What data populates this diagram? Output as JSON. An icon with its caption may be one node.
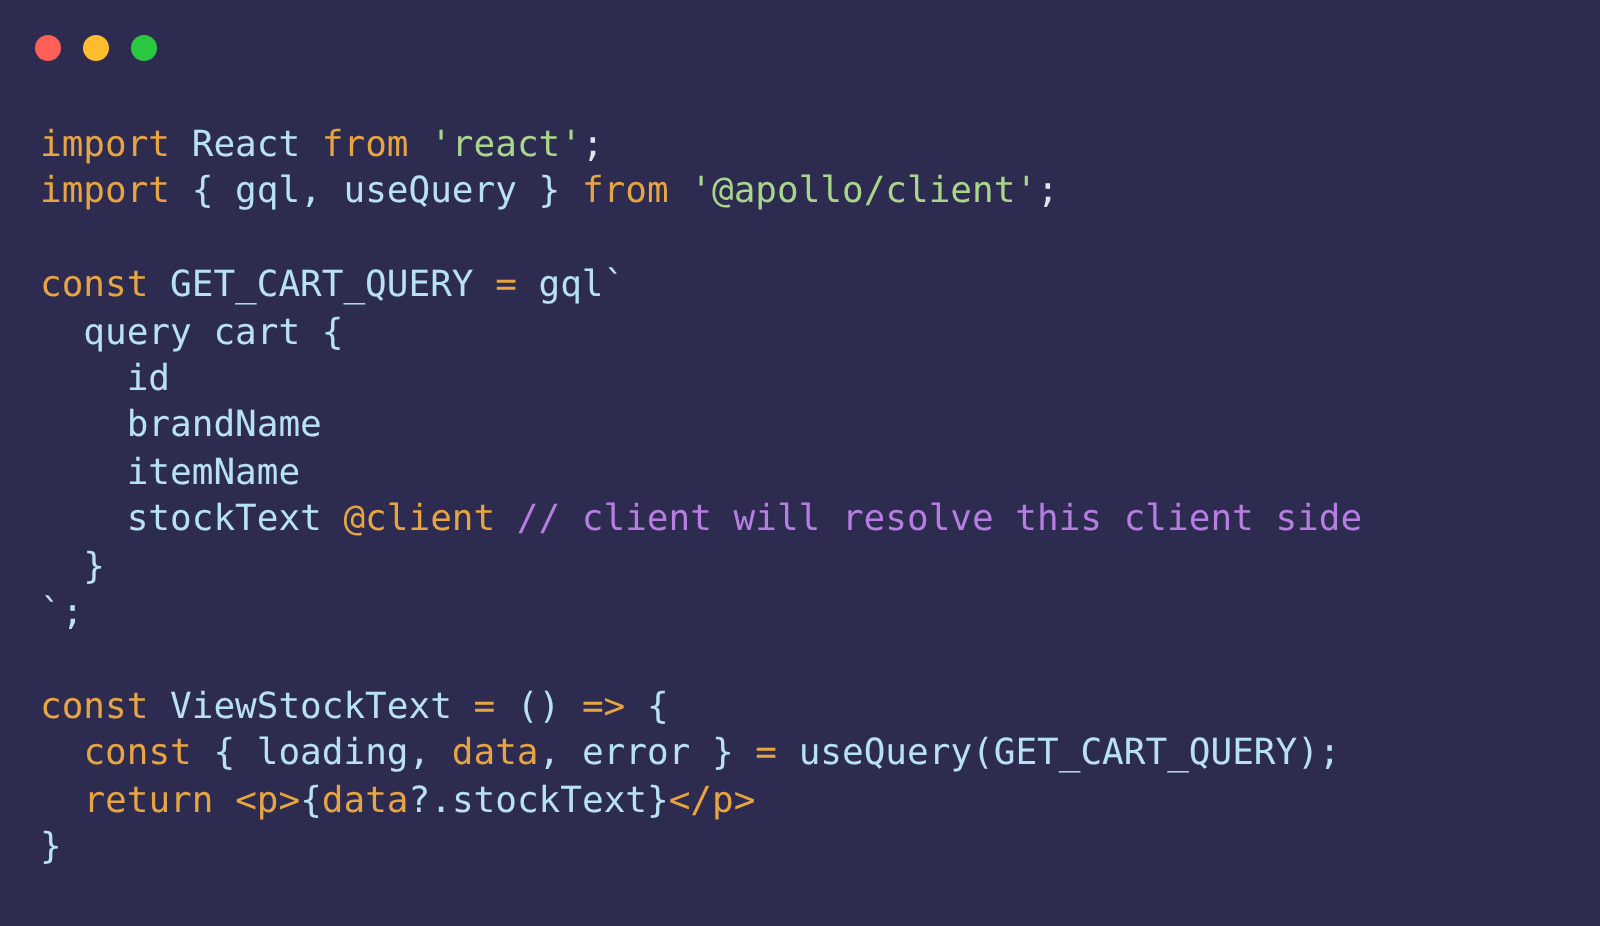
{
  "diagram": {
    "labels": [
      "import React from 'react';",
      "import { gql, useQuery } from '@apollo/client';",
      "const GET_CART_QUERY = gql`",
      "  query cart {",
      "    id",
      "    brandName",
      "    itemName",
      "    stockText @client // client will resolve this client side",
      "  }",
      "`;",
      "const ViewStockText = () => {",
      "  const { loading, data, error } = useQuery(GET_CART_QUERY);",
      "  return <p>{data?.stockText}</p>",
      "}"
    ]
  }
}
